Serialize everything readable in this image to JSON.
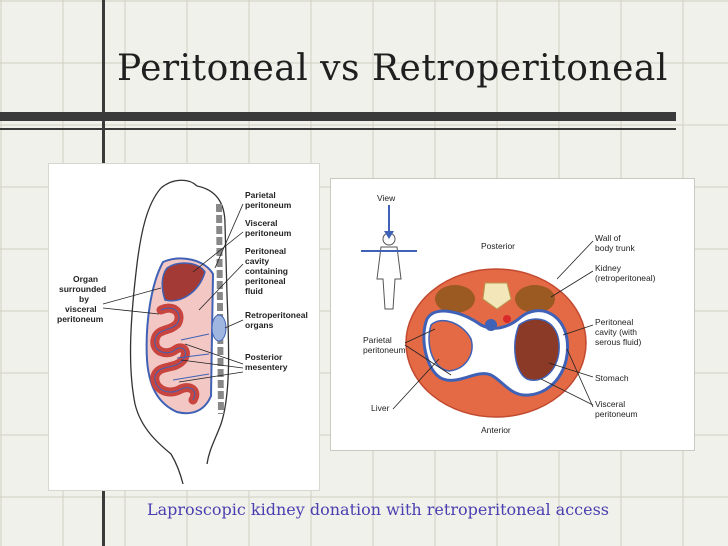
{
  "slide": {
    "title": "Peritoneal vs Retroperitoneal",
    "caption": "Laproscopic kidney donation with retroperitoneal access"
  },
  "left_figure": {
    "labels": {
      "parietal_1": "Parietal",
      "parietal_2": "peritoneum",
      "visceral_1": "Visceral",
      "visceral_2": "peritoneum",
      "cavity_1": "Peritoneal",
      "cavity_2": "cavity",
      "cavity_3": "containing",
      "cavity_4": "peritoneal",
      "cavity_5": "fluid",
      "retro_1": "Retroperitoneal",
      "retro_2": "organs",
      "mesentery_1": "Posterior",
      "mesentery_2": "mesentery",
      "organ_1": "Organ",
      "organ_2": "surrounded",
      "organ_3": "by",
      "organ_4": "visceral",
      "organ_5": "peritoneum"
    }
  },
  "right_figure": {
    "labels": {
      "view": "View",
      "posterior": "Posterior",
      "anterior": "Anterior",
      "wall_1": "Wall of",
      "wall_2": "body trunk",
      "kidney_1": "Kidney",
      "kidney_2": "(retroperitoneal)",
      "cavity_1": "Peritoneal",
      "cavity_2": "cavity (with",
      "cavity_3": "serous fluid)",
      "stomach": "Stomach",
      "visceral_1": "Visceral",
      "visceral_2": "peritoneum",
      "parietal_1": "Parietal",
      "parietal_2": "peritoneum",
      "liver": "Liver"
    }
  },
  "colors": {
    "title": "#1f1f1f",
    "caption": "#4a3fb0",
    "peritoneum_blue": "#3f62b6",
    "organ_red": "#c8443e",
    "cavity_pink": "#e8a0a0",
    "section_orange": "#e46a45"
  }
}
